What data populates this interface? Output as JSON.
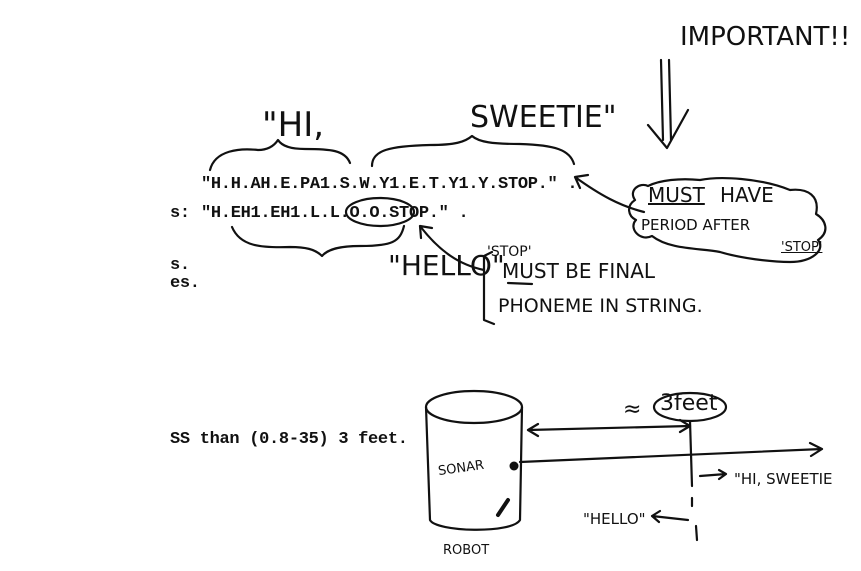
{
  "typed": {
    "line1": "\"H.H.AH.E.PA1.S.W.Y1.E.T.Y1.Y.STOP.\" .",
    "line2_prefix": "s: ",
    "line2_body": "\"H.EH1.EH1.L.L.O.O.",
    "line2_stop": "STOP.",
    "line2_end": "\" .",
    "line3": "s.",
    "line4": "es.",
    "line5": "SS than (0.8-35) 3 feet."
  },
  "annotations": {
    "hi": "\"HI,",
    "sweetie": "SWEETIE\"",
    "hello": "\"HELLO\"",
    "important": "IMPORTANT!!",
    "must": "MUST",
    "have": "HAVE",
    "period_after": "PERIOD AFTER",
    "stop_quoted": "'STOP'",
    "stop_label": "'STOP'",
    "must_be_final": "MUST BE FINAL",
    "phoneme": "PHONEME IN STRING.",
    "approx": "≈",
    "three_feet": "3feet",
    "sonar": "SONAR",
    "robot": "ROBOT",
    "hi_sweetie": "\"HI, SWEETIE",
    "hello_small": "\"HELLO\""
  }
}
